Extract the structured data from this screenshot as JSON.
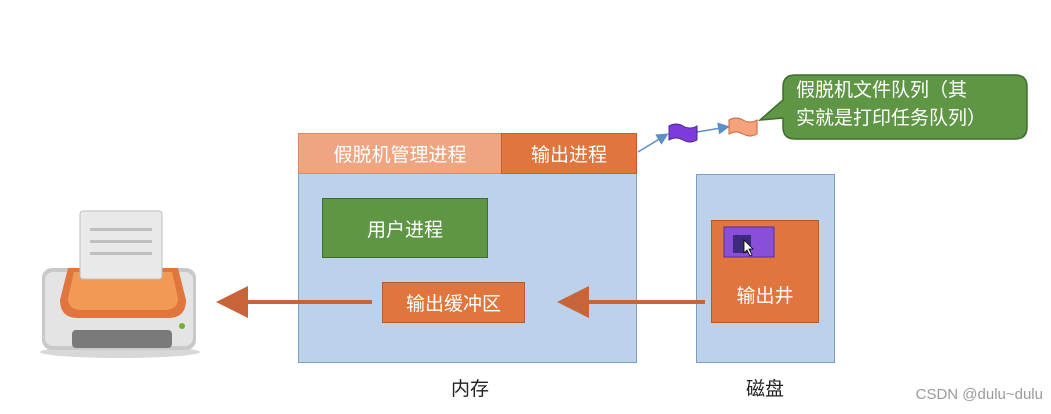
{
  "memory": {
    "spooling_process": "假脱机管理进程",
    "output_process": "输出进程",
    "user_process": "用户进程",
    "output_buffer": "输出缓冲区",
    "label": "内存"
  },
  "disk": {
    "output_well": "输出井",
    "label": "磁盘"
  },
  "callout": {
    "line1": "假脱机文件队列（其",
    "line2": "实就是打印任务队列）"
  },
  "watermark": "CSDN @dulu~dulu",
  "colors": {
    "memory_fill": "#bcd2eb",
    "orange": "#e0763d",
    "light_orange": "#f0a582",
    "green": "#5e9645",
    "callout_green": "#5e9645",
    "purple": "#8a4fd8",
    "arrow": "#c7643a"
  },
  "icons": [
    "printer-icon",
    "file-icon",
    "cursor-icon"
  ]
}
